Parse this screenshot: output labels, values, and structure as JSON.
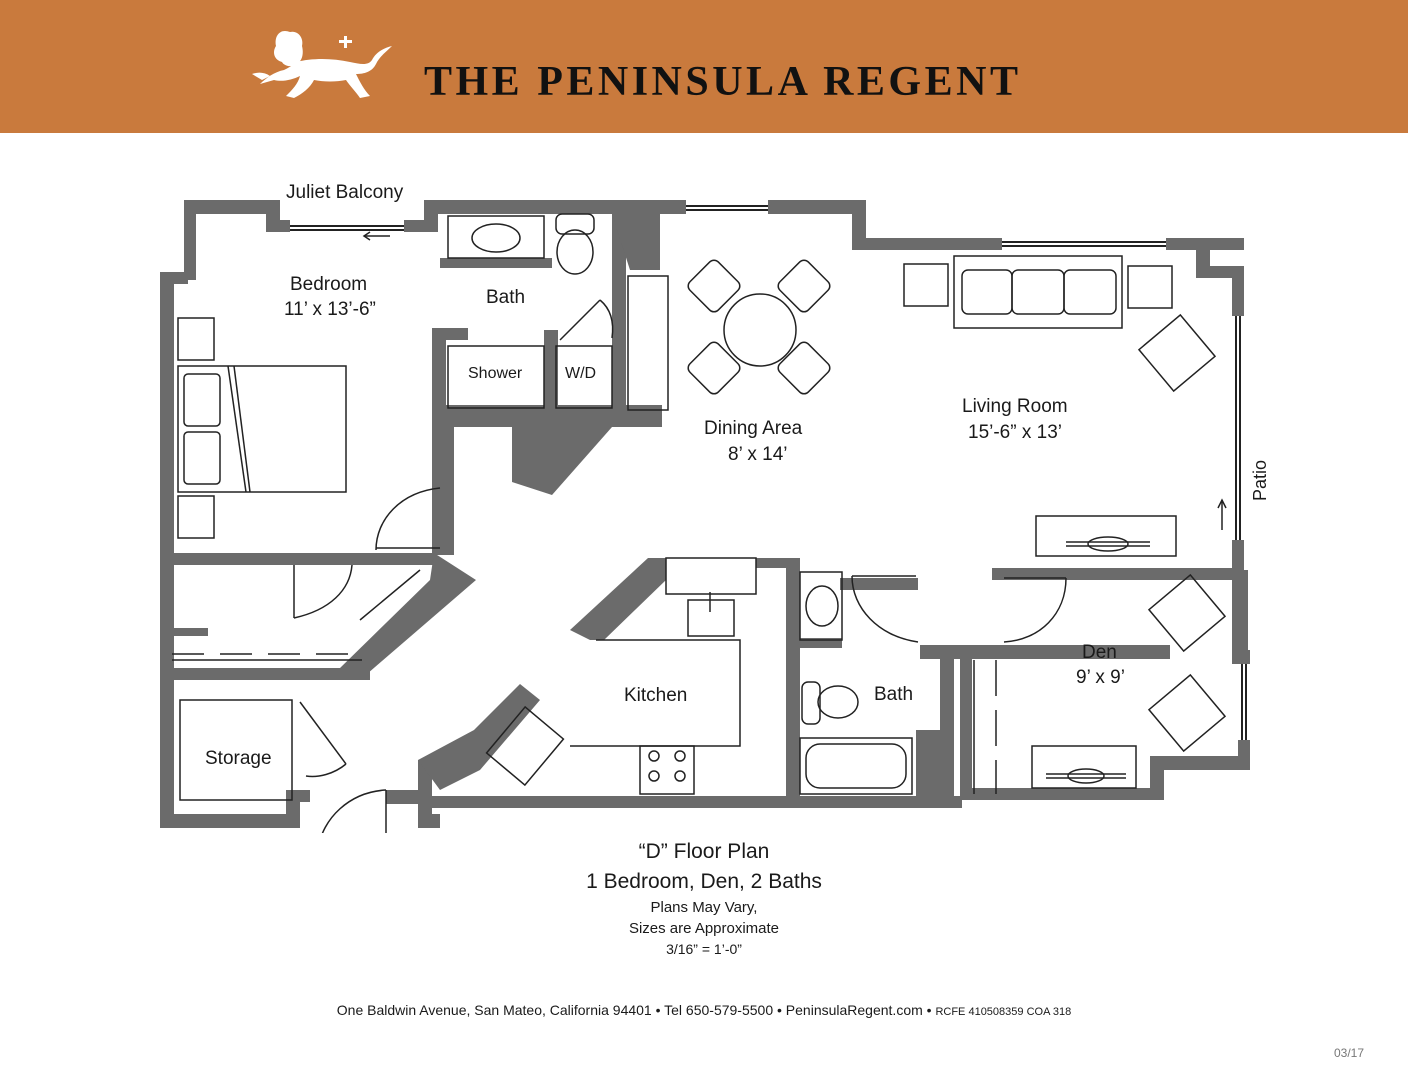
{
  "header": {
    "brand_name": "THE PENINSULA REGENT",
    "background_color": "#c97a3d",
    "logo_icon": "lion-icon"
  },
  "rooms": {
    "juliet_balcony": "Juliet Balcony",
    "bedroom_name": "Bedroom",
    "bedroom_size": "11’ x 13’-6”",
    "bath1": "Bath",
    "shower": "Shower",
    "wd": "W/D",
    "dining_name": "Dining Area",
    "dining_size": "8’ x 14’",
    "living_name": "Living Room",
    "living_size": "15’-6” x 13’",
    "patio": "Patio",
    "den_name": "Den",
    "den_size": "9’ x 9’",
    "bath2": "Bath",
    "kitchen": "Kitchen",
    "storage": "Storage"
  },
  "caption": {
    "title": "“D” Floor Plan",
    "subtitle": "1 Bedroom, Den, 2 Baths",
    "note1": "Plans May Vary,",
    "note2": "Sizes are Approximate",
    "scale": "3/16” = 1’-0”"
  },
  "footer": {
    "contact": "One Baldwin Avenue, San Mateo, California 94401 • Tel 650-579-5500 • PeninsulaRegent.com •",
    "license": "RCFE 410508359 COA 318",
    "date_code": "03/17"
  },
  "colors": {
    "wall": "#6b6b6b",
    "line": "#222222"
  }
}
